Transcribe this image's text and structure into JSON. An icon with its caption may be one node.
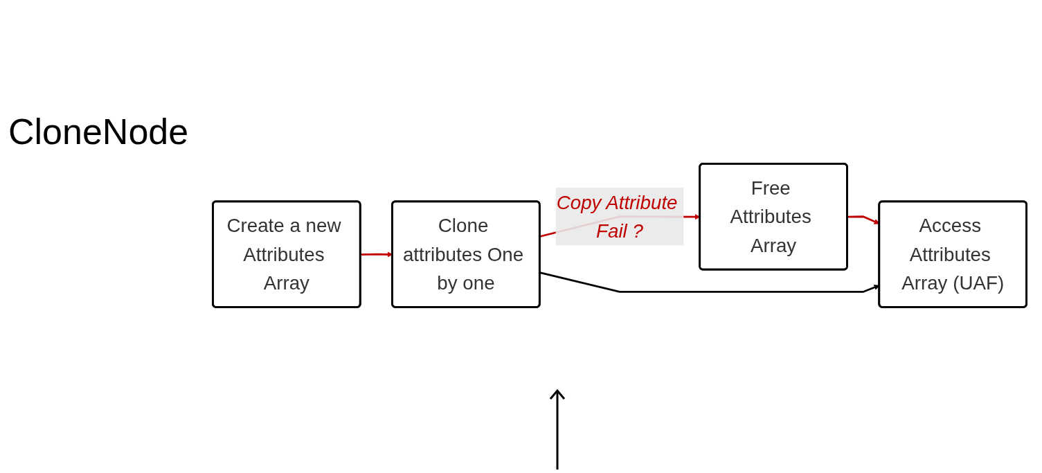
{
  "diagram": {
    "title": "CloneNode",
    "nodes": [
      {
        "text": [
          "Create a new Attributes Array"
        ]
      },
      {
        "text": [
          "Clone attributes One by one"
        ]
      },
      {
        "text": [
          "Free Attributes Array"
        ]
      },
      {
        "text": [
          "Access Attributes Array (UAF)"
        ]
      }
    ],
    "edges": [
      {
        "from": 0,
        "to": 1,
        "arrow": "to"
      },
      {
        "from": 1,
        "to": 2,
        "arrow": "to",
        "label": "Copy Attribute Fail ?"
      },
      {
        "from": 2,
        "to": 3,
        "arrow": "to"
      },
      {
        "from": 1,
        "to": 3,
        "arrow": "to",
        "color": "#000000"
      }
    ]
  }
}
